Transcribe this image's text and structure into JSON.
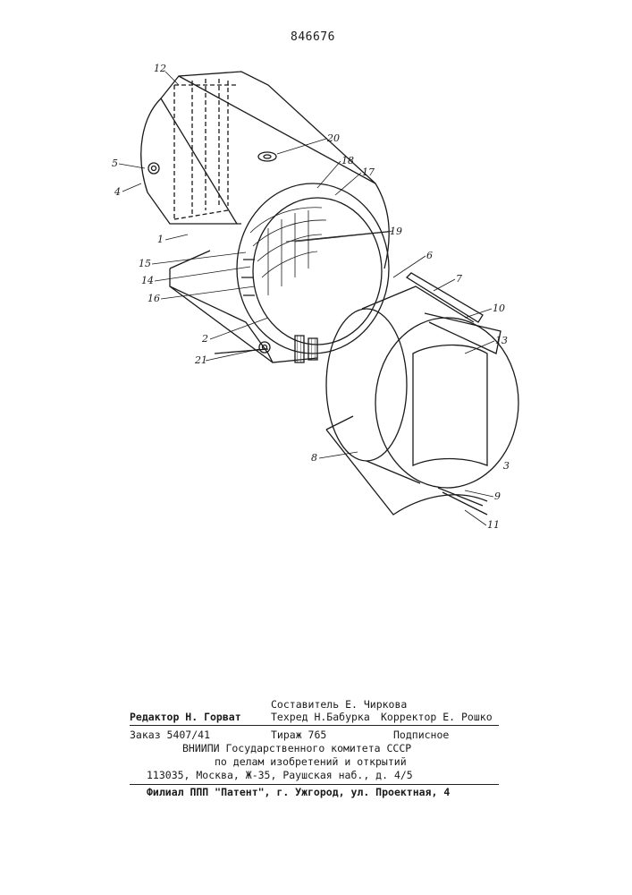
{
  "patent_number": "846676",
  "figure_labels": [
    "1",
    "2",
    "3",
    "4",
    "5",
    "6",
    "7",
    "8",
    "9",
    "10",
    "11",
    "12",
    "13",
    "14",
    "15",
    "16",
    "17",
    "18",
    "19",
    "20",
    "21"
  ],
  "imprint": {
    "compiler": "Составитель Е. Чиркова",
    "editor": "Редактор Н. Горват",
    "techred": "Техред Н.Бабурка",
    "corrector": "Корректор Е. Рошко",
    "order": "Заказ 5407/41",
    "circulation": "Тираж 765",
    "subscription": "Подписное",
    "org1": "ВНИИПИ Государственного комитета СССР",
    "org2": "по делам изобретений и открытий",
    "address": "113035, Москва, Ж-35, Раушская наб., д. 4/5",
    "branch": "Филиал ППП \"Патент\", г. Ужгород, ул. Проектная, 4"
  }
}
